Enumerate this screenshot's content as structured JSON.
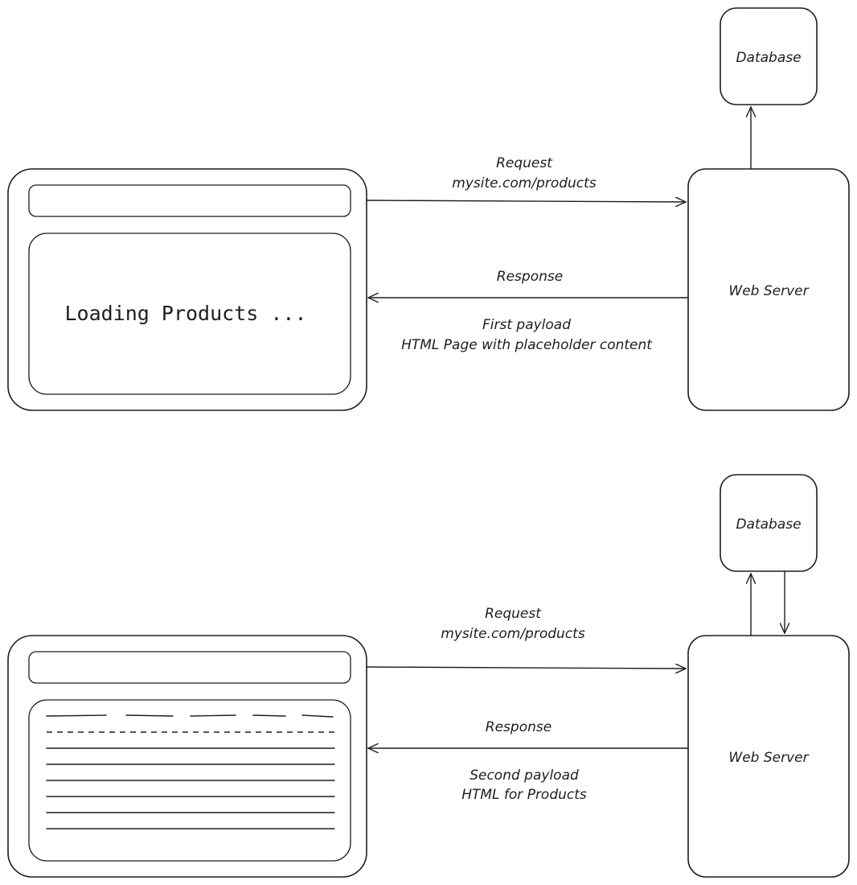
{
  "top": {
    "database_label": "Database",
    "server_label": "Web Server",
    "request_label": "Request",
    "request_url": "mysite.com/products",
    "response_label": "Response",
    "payload_line1": "First payload",
    "payload_line2": "HTML Page with placeholder content",
    "browser_content": "Loading Products ..."
  },
  "bottom": {
    "database_label": "Database",
    "server_label": "Web Server",
    "request_label": "Request",
    "request_url": "mysite.com/products",
    "response_label": "Response",
    "payload_line1": "Second payload",
    "payload_line2": "HTML for Products"
  },
  "colors": {
    "stroke": "#1e1e1e",
    "background": "#ffffff"
  }
}
